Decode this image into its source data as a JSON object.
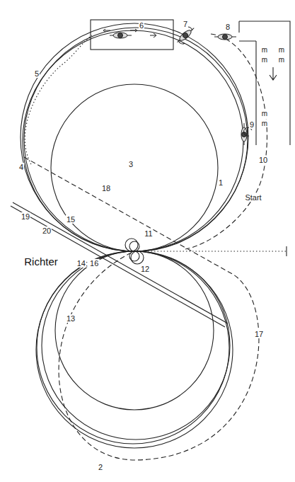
{
  "diagram": {
    "labels": [
      "Richter",
      "Start",
      "1",
      "2",
      "3",
      "4",
      "5",
      "6",
      "7",
      "8",
      "9",
      "10",
      "11",
      "12",
      "13",
      "14; 16",
      "15",
      "17",
      "18",
      "19",
      "20",
      "m",
      "m",
      "m",
      "m",
      "m",
      "m"
    ]
  }
}
